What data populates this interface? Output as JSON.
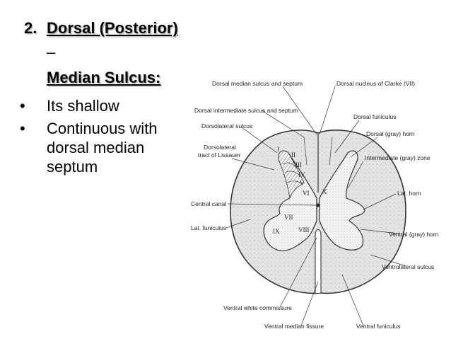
{
  "slide": {
    "heading_number": "2.",
    "heading_title": "Dorsal (Posterior)",
    "heading_dash": "–",
    "subheading": "Median Sulcus:",
    "bullets": [
      {
        "marker": "•",
        "text": "Its shallow"
      },
      {
        "marker": "•",
        "text": "Continuous with dorsal median septum"
      }
    ]
  },
  "figure": {
    "labels": {
      "dorsal_median_sulcus_septum": "Dorsal median sulcus and septum",
      "dorsal_nucleus_clarke": "Dorsal nucleus of Clarke (VII)",
      "dorsal_intermediate_sulcus": "Dorsal intermediate sulcus and septum",
      "dorsal_funiculus": "Dorsal funiculus",
      "dorsolateral_sulcus": "Dorsolateral sulcus",
      "dorsal_gray_horn": "Dorsal (gray) horn",
      "dorsolateral_tract_1": "Dorsolateral",
      "dorsolateral_tract_2": "tract of Lissauer",
      "intermediate_gray_zone": "Intermediate (gray) zone",
      "lat_horn": "Lat. horn",
      "central_canal": "Central canal",
      "lat_funiculus": "Lat. funiculus",
      "ventral_gray_horn": "Ventral (gray) horn",
      "ventrolateral_sulcus": "Ventrolateral sulcus",
      "ventral_white_commissure": "Ventral white commissure",
      "ventral_median_fissure": "Ventral median fissure",
      "ventral_funiculus": "Ventral funiculus"
    },
    "laminae": [
      "I",
      "II",
      "III",
      "IV",
      "V",
      "VI",
      "VII",
      "VIII",
      "IX",
      "X"
    ]
  }
}
